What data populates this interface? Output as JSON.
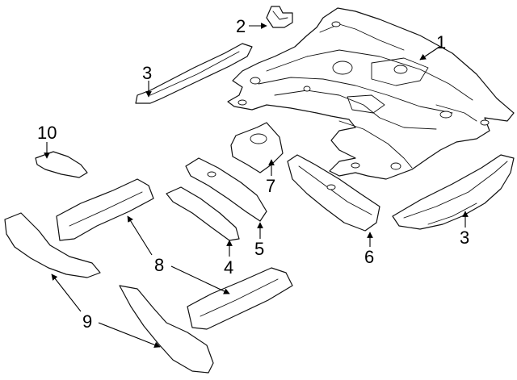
{
  "callouts": {
    "c1": "1",
    "c2": "2",
    "c3a": "3",
    "c3b": "3",
    "c4": "4",
    "c5": "5",
    "c6": "6",
    "c7": "7",
    "c8": "8",
    "c9": "9",
    "c10": "10"
  },
  "colors": {
    "line": "#111111",
    "background": "#ffffff"
  }
}
